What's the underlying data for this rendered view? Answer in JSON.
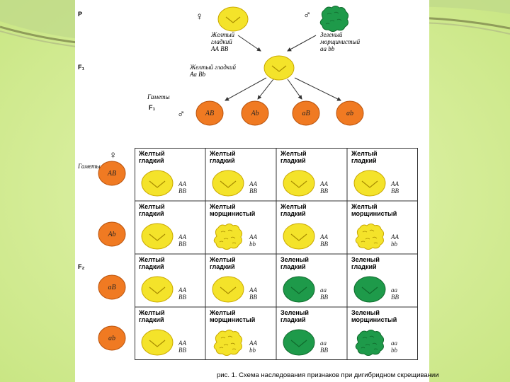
{
  "colors": {
    "yellow": "#f4e32a",
    "yellow_edge": "#c9a800",
    "green": "#1e9a4a",
    "green_edge": "#0f6a2c",
    "orange": "#f07a22",
    "orange_edge": "#b8520c"
  },
  "parents": {
    "gen_label": "P",
    "female_symbol": "♀",
    "male_symbol": "♂",
    "female": {
      "phenotype_line1": "Желтый",
      "phenotype_line2": "гладкий",
      "genotype": "АА ВВ",
      "color": "yellow",
      "shape": "smooth"
    },
    "male": {
      "phenotype_line1": "Зеленый",
      "phenotype_line2": "морщинистый",
      "genotype": "аа bb",
      "color": "green",
      "shape": "wrinkled"
    }
  },
  "f1": {
    "gen_label": "F₁",
    "phenotype": "Желтый гладкий",
    "genotype": "Аа Вb",
    "gametes_label": "Гаметы",
    "gametes_gen_label": "F₁",
    "male_symbol": "♂",
    "gametes": [
      "АВ",
      "Аb",
      "аВ",
      "аb"
    ]
  },
  "f2": {
    "gen_label": "F₂",
    "female_symbol": "♀",
    "gametes_label": "Гаметы",
    "row_gametes": [
      "АВ",
      "Аb",
      "аВ",
      "аb"
    ],
    "rows": [
      [
        {
          "l1": "Желтый",
          "l2": "гладкий",
          "g1": "АА",
          "g2": "ВВ",
          "color": "yellow",
          "shape": "smooth"
        },
        {
          "l1": "Желтый",
          "l2": "гладкий",
          "g1": "АА",
          "g2": "ВВ",
          "color": "yellow",
          "shape": "smooth"
        },
        {
          "l1": "Желтый",
          "l2": "гладкий",
          "g1": "АА",
          "g2": "ВВ",
          "color": "yellow",
          "shape": "smooth"
        },
        {
          "l1": "Желтый",
          "l2": "гладкий",
          "g1": "АА",
          "g2": "ВВ",
          "color": "yellow",
          "shape": "smooth"
        }
      ],
      [
        {
          "l1": "Желтый",
          "l2": "гладкий",
          "g1": "АА",
          "g2": "ВВ",
          "color": "yellow",
          "shape": "smooth"
        },
        {
          "l1": "Желтый",
          "l2": "морщинистый",
          "g1": "АА",
          "g2": "bb",
          "color": "yellow",
          "shape": "wrinkled"
        },
        {
          "l1": "Желтый",
          "l2": "гладкий",
          "g1": "АА",
          "g2": "ВВ",
          "color": "yellow",
          "shape": "smooth"
        },
        {
          "l1": "Желтый",
          "l2": "морщинистый",
          "g1": "АА",
          "g2": "bb",
          "color": "yellow",
          "shape": "wrinkled"
        }
      ],
      [
        {
          "l1": "Желтый",
          "l2": "гладкий",
          "g1": "АА",
          "g2": "ВВ",
          "color": "yellow",
          "shape": "smooth"
        },
        {
          "l1": "Желтый",
          "l2": "гладкий",
          "g1": "АА",
          "g2": "ВВ",
          "color": "yellow",
          "shape": "smooth"
        },
        {
          "l1": "Зеленый",
          "l2": "гладкий",
          "g1": "аа",
          "g2": "ВВ",
          "color": "green",
          "shape": "smooth"
        },
        {
          "l1": "Зеленый",
          "l2": "гладкий",
          "g1": "аа",
          "g2": "ВВ",
          "color": "green",
          "shape": "smooth"
        }
      ],
      [
        {
          "l1": "Желтый",
          "l2": "гладкий",
          "g1": "АА",
          "g2": "ВВ",
          "color": "yellow",
          "shape": "smooth"
        },
        {
          "l1": "Желтый",
          "l2": "морщинистый",
          "g1": "АА",
          "g2": "bb",
          "color": "yellow",
          "shape": "wrinkled"
        },
        {
          "l1": "Зеленый",
          "l2": "гладкий",
          "g1": "аа",
          "g2": "ВВ",
          "color": "green",
          "shape": "smooth"
        },
        {
          "l1": "Зеленый",
          "l2": "морщинистый",
          "g1": "аа",
          "g2": "bb",
          "color": "green",
          "shape": "wrinkled"
        }
      ]
    ]
  },
  "caption": "рис. 1. Схема наследования признаков при дигибридном скрещивании"
}
